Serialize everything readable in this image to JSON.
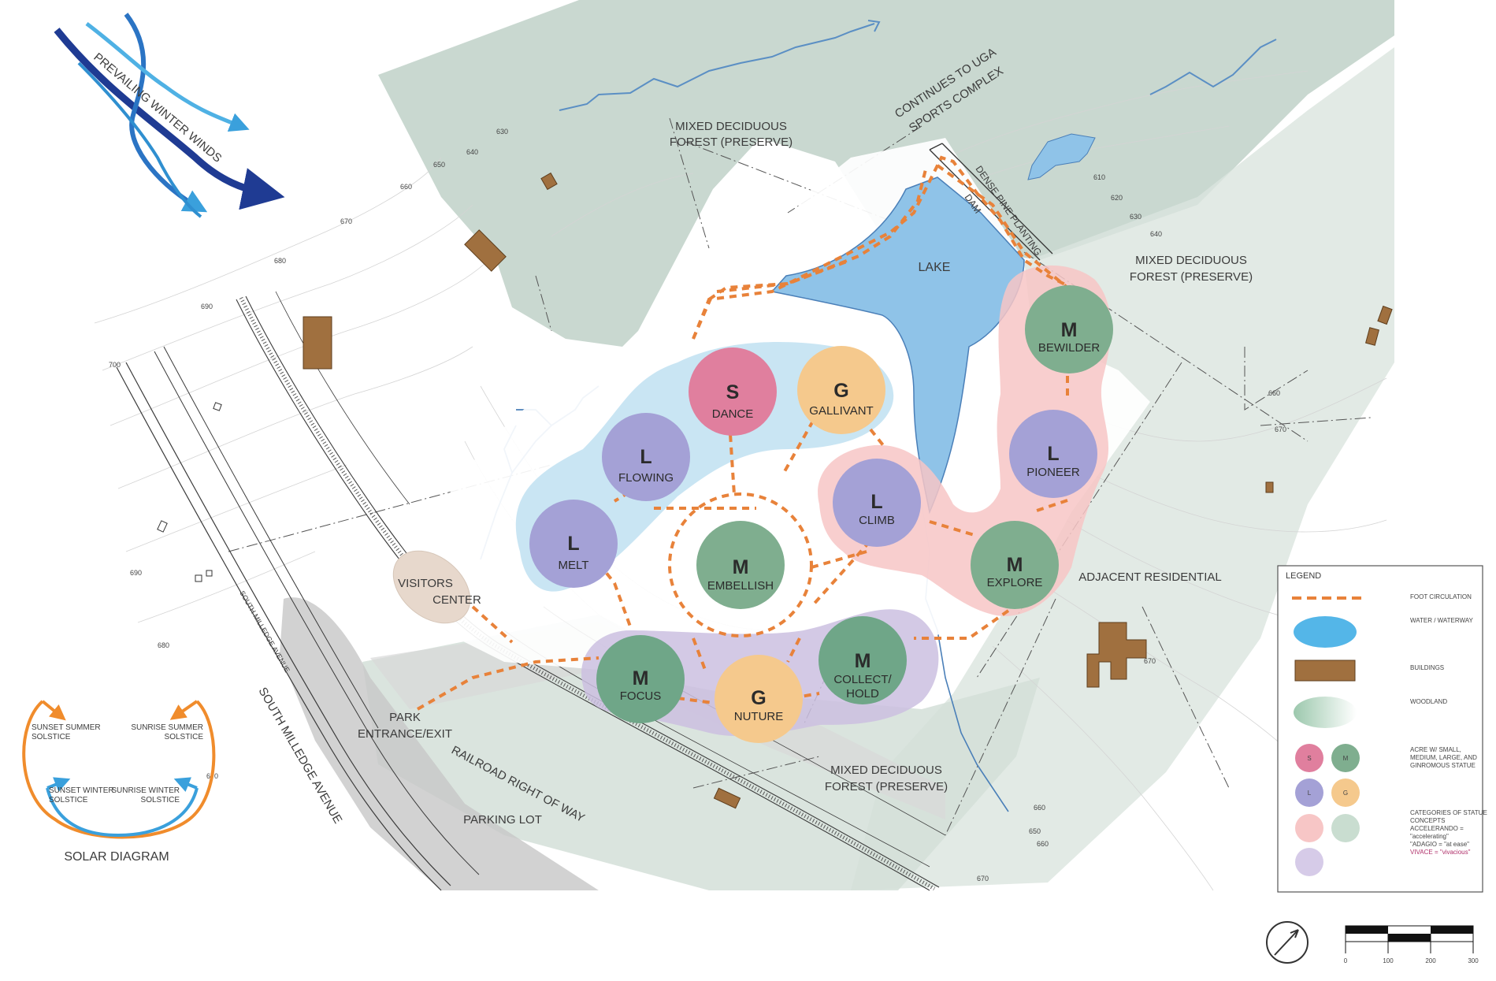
{
  "map": {
    "wind_label": "PREVAILING WINTER WINDS",
    "labels": {
      "mixed_forest_north": [
        "MIXED DECIDUOUS",
        "FOREST (PRESERVE)"
      ],
      "continues_uga": [
        "CONTINUES TO UGA",
        "SPORTS COMPLEX"
      ],
      "dense_pine": "DENSE PINE PLANTING",
      "dam": "DAM",
      "lake": "LAKE",
      "mixed_forest_east": [
        "MIXED DECIDUOUS",
        "FOREST (PRESERVE)"
      ],
      "adjacent_residential": "ADJACENT RESIDENTIAL",
      "visitors_center": [
        "VISITORS",
        "CENTER"
      ],
      "park_entrance": [
        "PARK",
        "ENTRANCE/EXIT"
      ],
      "railroad": "RAILROAD RIGHT OF WAY",
      "parking_lot": "PARKING LOT",
      "mixed_forest_south": [
        "MIXED DECIDUOUS",
        "FOREST (PRESERVE)"
      ],
      "south_milledge_large": "SOUTH MILLEDGE AVENUE",
      "south_milledge_small": "SOUTH MILLEDGE AVENUE"
    },
    "contour_labels": [
      "630",
      "640",
      "650",
      "660",
      "670",
      "680",
      "690",
      "700",
      "690",
      "680",
      "670",
      "610",
      "620",
      "630",
      "640",
      "660",
      "670",
      "670",
      "660",
      "650",
      "660",
      "670"
    ],
    "nodes": [
      {
        "id": "dance",
        "letter": "S",
        "name": [
          "DANCE"
        ],
        "color": "#e07f9e"
      },
      {
        "id": "gallivant",
        "letter": "G",
        "name": [
          "GALLIVANT"
        ],
        "color": "#f5c98d"
      },
      {
        "id": "flowing",
        "letter": "L",
        "name": [
          "FLOWING"
        ],
        "color": "#a4a1d6"
      },
      {
        "id": "melt",
        "letter": "L",
        "name": [
          "MELT"
        ],
        "color": "#a4a1d6"
      },
      {
        "id": "embellish",
        "letter": "M",
        "name": [
          "EMBELLISH"
        ],
        "color": "#7fae8f"
      },
      {
        "id": "climb",
        "letter": "L",
        "name": [
          "CLIMB"
        ],
        "color": "#a4a1d6"
      },
      {
        "id": "bewilder",
        "letter": "M",
        "name": [
          "BEWILDER"
        ],
        "color": "#7fae8f"
      },
      {
        "id": "pioneer",
        "letter": "L",
        "name": [
          "PIONEER"
        ],
        "color": "#a4a1d6"
      },
      {
        "id": "explore",
        "letter": "M",
        "name": [
          "EXPLORE"
        ],
        "color": "#7fae8f"
      },
      {
        "id": "focus",
        "letter": "M",
        "name": [
          "FOCUS"
        ],
        "color": "#6fa688"
      },
      {
        "id": "nuture",
        "letter": "G",
        "name": [
          "NUTURE"
        ],
        "color": "#f5c98d"
      },
      {
        "id": "collect",
        "letter": "M",
        "name": [
          "COLLECT/",
          "HOLD"
        ],
        "color": "#6fa688"
      }
    ],
    "solar": {
      "title": "SOLAR DIAGRAM",
      "sunset_summer": [
        "SUNSET SUMMER",
        "SOLSTICE"
      ],
      "sunrise_summer": [
        "SUNRISE SUMMER",
        "SOLSTICE"
      ],
      "sunset_winter": [
        "SUNSET WINTER",
        "SOLSTICE"
      ],
      "sunrise_winter": [
        "SUNRISE WINTER",
        "SOLSTICE"
      ]
    },
    "legend": {
      "title": "LEGEND",
      "foot": "FOOT CIRCULATION",
      "water": "WATER / WATERWAY",
      "buildings": "BUILDINGS",
      "woodland": "WOODLAND",
      "acre": [
        "ACRE W/ SMALL,",
        "MEDIUM, LARGE, AND",
        "GINROMOUS STATUE"
      ],
      "cat": [
        "CATEGORIES OF STATUE",
        "CONCEPTS",
        "ACCELERANDO =",
        "\"accelerating\"",
        "\"ADAGIO = \"at ease\"",
        "VIVACE = \"vivacious\""
      ],
      "swatch_letters": [
        "S",
        "M",
        "L",
        "G"
      ]
    },
    "scale": [
      "0",
      "100",
      "200",
      "300"
    ],
    "colors": {
      "water": "#8fc3e8",
      "path": "#e8823a",
      "building": "#a0703f",
      "forest": "#c9d8d0",
      "blue_blob": "#bfe0f1",
      "pink_blob": "#f7c6c6",
      "purple_blob": "#cbbfe0",
      "vivace": "#b0306a"
    }
  }
}
